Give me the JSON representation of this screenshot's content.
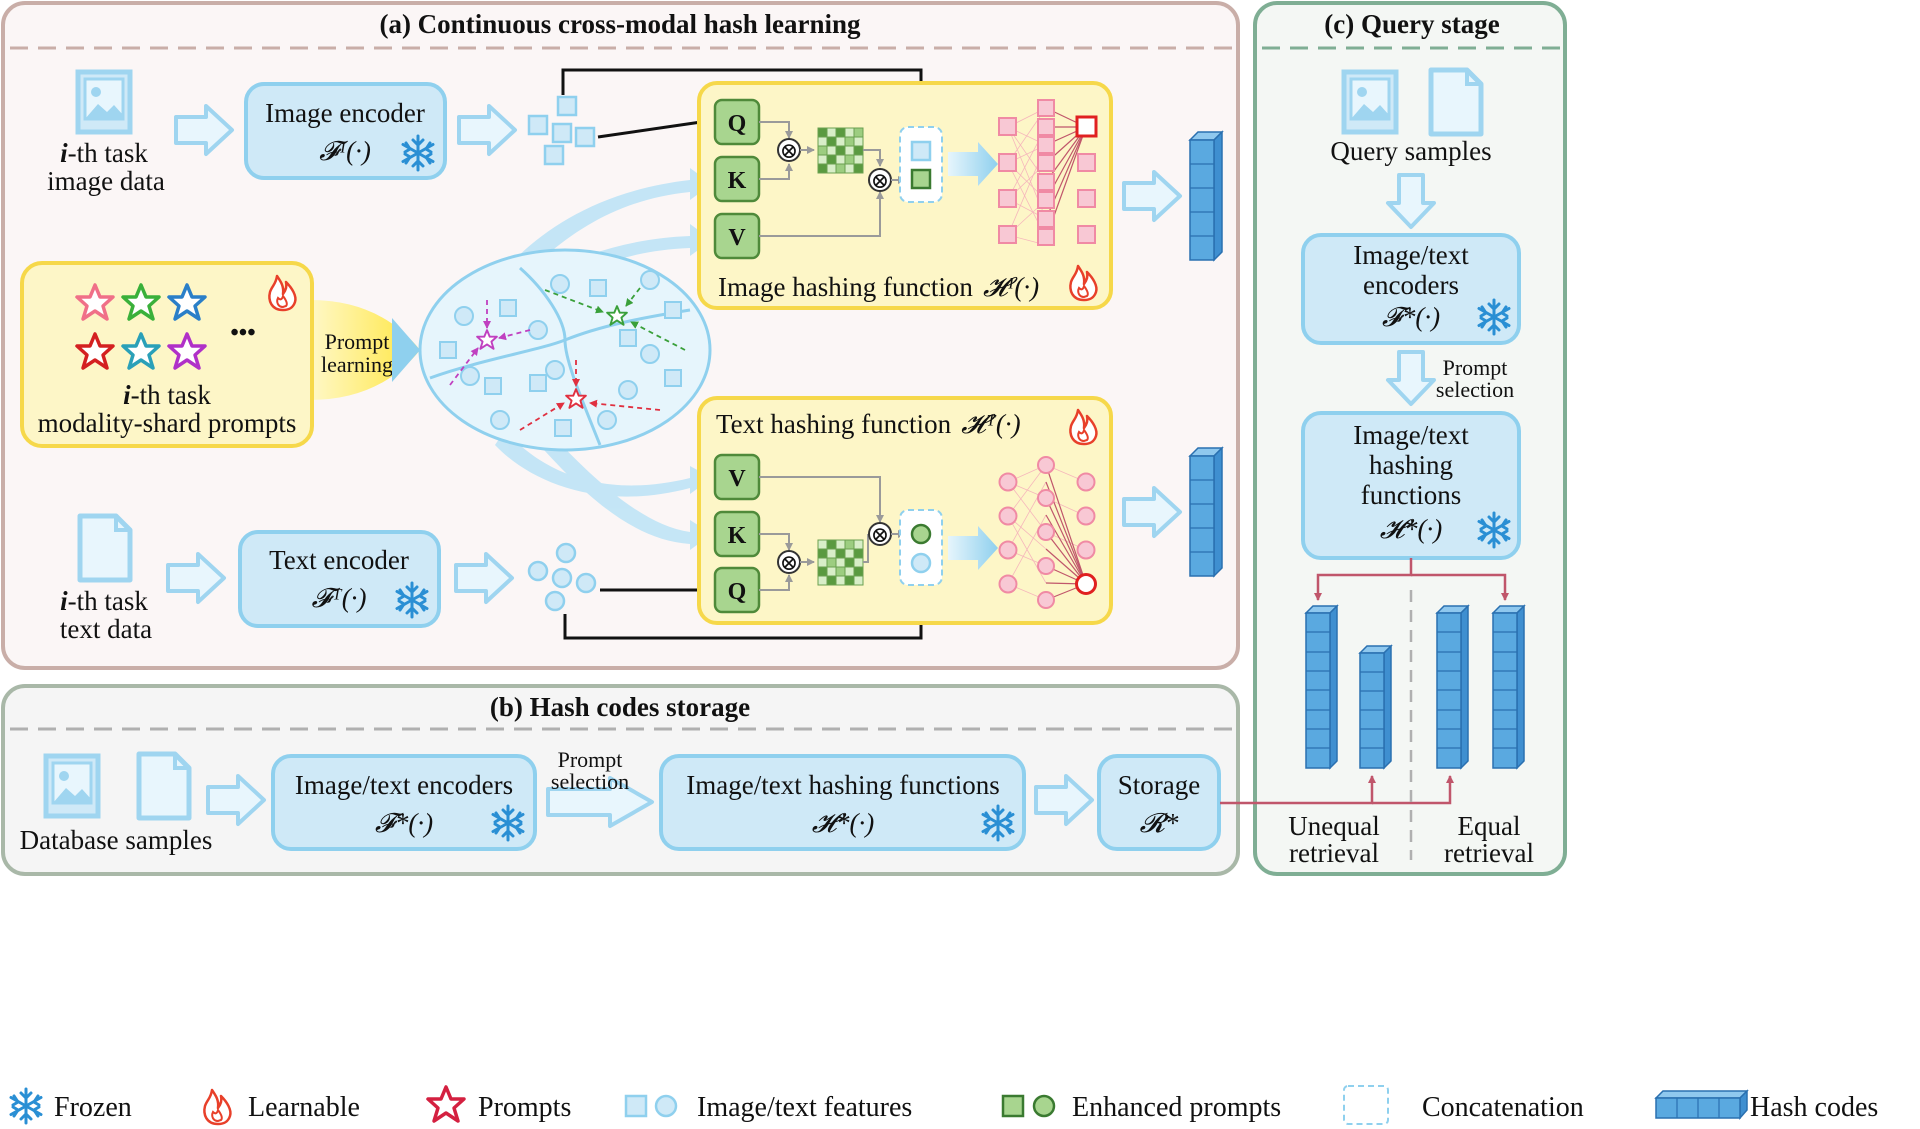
{
  "panels": {
    "a_title": "(a) Continuous cross-modal hash learning",
    "b_title": "(b) Hash codes storage",
    "c_title": "(c) Query stage"
  },
  "panel_a": {
    "image_data_line1_bold": "i",
    "image_data_line1_rest": "-th task",
    "image_data_line2": "image data",
    "text_data_line1_bold": "i",
    "text_data_line1_rest": "-th task",
    "text_data_line2": "text data",
    "image_encoder_label": "Image encoder",
    "image_encoder_formula": "𝓕ᴵ(·)",
    "text_encoder_label": "Text encoder",
    "text_encoder_formula": "𝓕ᵀ(·)",
    "prompts_line1_bold": "i",
    "prompts_line1_rest": "-th task",
    "prompts_line2": "modality-shard prompts",
    "prompts_ellipsis": "•••",
    "prompt_learning_line1": "Prompt",
    "prompt_learning_line2": "learning",
    "q_label": "Q",
    "k_label": "K",
    "v_label": "V",
    "otimes": "⊗",
    "image_hash_label": "Image hashing function",
    "image_hash_formula": "𝓗ᴵ(·)",
    "text_hash_label": "Text hashing function",
    "text_hash_formula": "𝓗ᵀ(·)"
  },
  "panel_b": {
    "database_samples": "Database samples",
    "encoders_label": "Image/text encoders",
    "encoders_formula": "𝓕*(·)",
    "prompt_selection_line1": "Prompt",
    "prompt_selection_line2": "selection",
    "hashing_label": "Image/text hashing functions",
    "hashing_formula": "𝓗*(·)",
    "storage_label": "Storage",
    "storage_formula": "𝓡*"
  },
  "panel_c": {
    "query_samples": "Query samples",
    "encoders_line1": "Image/text",
    "encoders_line2": "encoders",
    "encoders_formula": "𝓕*(·)",
    "prompt_selection_line1": "Prompt",
    "prompt_selection_line2": "selection",
    "hashing_line1": "Image/text",
    "hashing_line2": "hashing",
    "hashing_line3": "functions",
    "hashing_formula": "𝓗*(·)",
    "unequal_line1": "Unequal",
    "unequal_line2": "retrieval",
    "equal_line1": "Equal",
    "equal_line2": "retrieval"
  },
  "legend": {
    "frozen": "Frozen",
    "learnable": "Learnable",
    "prompts": "Prompts",
    "features": "Image/text features",
    "enhanced": "Enhanced prompts",
    "concatenation": "Concatenation",
    "hash_codes": "Hash codes"
  },
  "colors": {
    "panel_a_border": "#c9aea8",
    "panel_b_border": "#a9b8a8",
    "panel_c_border": "#7fae94",
    "box_fill": "#cfe9f7",
    "box_border": "#8fd0ee",
    "yellow_fill": "#fdf6c7",
    "yellow_border": "#f6d84a",
    "green_fill": "#a8d58f",
    "pink": "#f4a7b9",
    "red": "#e02020",
    "hash_blue": "#5aa9e0"
  }
}
